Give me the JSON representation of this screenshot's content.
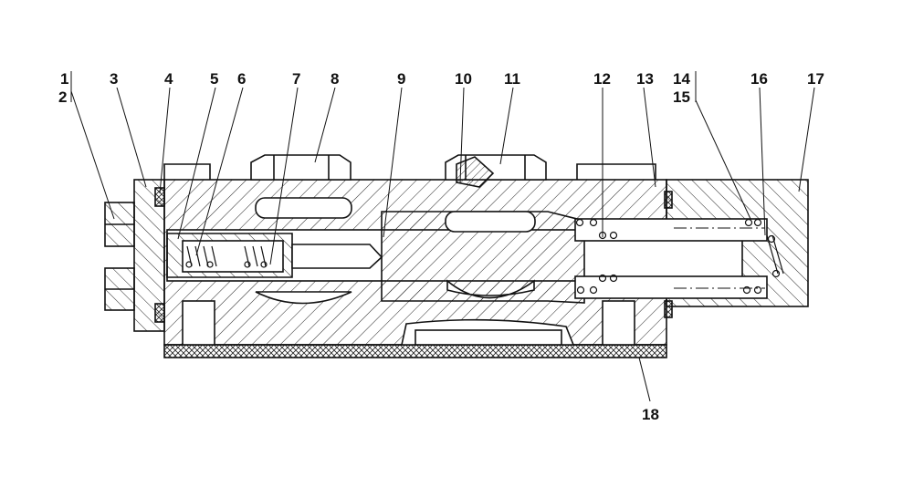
{
  "callouts": [
    {
      "id": "1",
      "text": "1"
    },
    {
      "id": "2",
      "text": "2"
    },
    {
      "id": "3",
      "text": "3"
    },
    {
      "id": "4",
      "text": "4"
    },
    {
      "id": "5",
      "text": "5"
    },
    {
      "id": "6",
      "text": "6"
    },
    {
      "id": "7",
      "text": "7"
    },
    {
      "id": "8",
      "text": "8"
    },
    {
      "id": "9",
      "text": "9"
    },
    {
      "id": "10",
      "text": "10"
    },
    {
      "id": "11",
      "text": "11"
    },
    {
      "id": "12",
      "text": "12"
    },
    {
      "id": "13",
      "text": "13"
    },
    {
      "id": "14",
      "text": "14"
    },
    {
      "id": "15",
      "text": "15"
    },
    {
      "id": "16",
      "text": "16"
    },
    {
      "id": "17",
      "text": "17"
    },
    {
      "id": "18",
      "text": "18"
    }
  ],
  "colors": {
    "line": "#111111",
    "background": "#ffffff",
    "hatch": "#222222"
  }
}
